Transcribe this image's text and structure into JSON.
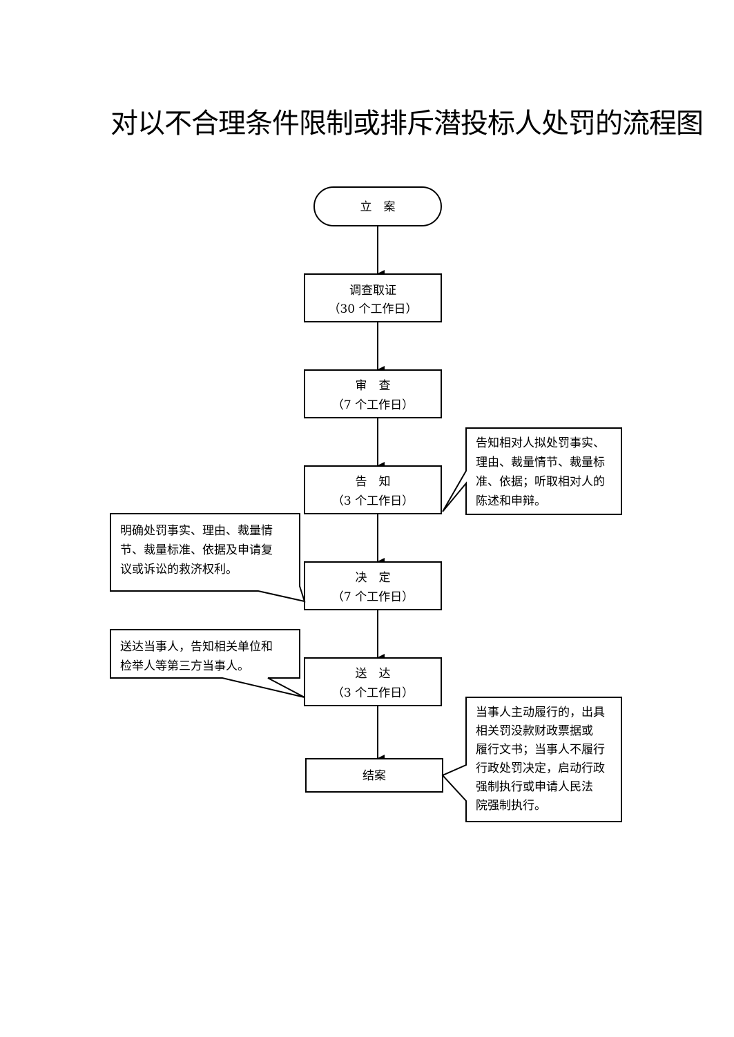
{
  "title": "对以不合理条件限制或排斥潜投标人处罚的流程图",
  "steps": [
    {
      "id": "start",
      "line1": "立　案",
      "line2": ""
    },
    {
      "id": "investigate",
      "line1": "调查取证",
      "line2": "（30 个工作日）"
    },
    {
      "id": "review",
      "line1": "审　查",
      "line2": "（7 个工作日）"
    },
    {
      "id": "notify",
      "line1": "告　知",
      "line2": "（3 个工作日）"
    },
    {
      "id": "decide",
      "line1": "决　定",
      "line2": "（7 个工作日）"
    },
    {
      "id": "deliver",
      "line1": "送　达",
      "line2": "（3 个工作日）"
    },
    {
      "id": "close",
      "line1": "结案",
      "line2": ""
    }
  ],
  "notes": {
    "notify": [
      "告知相对人拟处罚事实、",
      "理由、裁量情节、裁量标",
      "准、依据；听取相对人的",
      "陈述和申辩。"
    ],
    "decide": [
      "明确处罚事实、理由、裁量情",
      "节、裁量标准、依据及申请复",
      "议或诉讼的救济权利。"
    ],
    "deliver": [
      "送达当事人，告知相关单位和",
      "检举人等第三方当事人。"
    ],
    "close": [
      "当事人主动履行的，出具",
      "相关罚没款财政票据或",
      "履行文书；当事人不履行",
      "行政处罚决定，启动行政",
      "强制执行或申请人民法",
      "院强制执行。"
    ]
  }
}
